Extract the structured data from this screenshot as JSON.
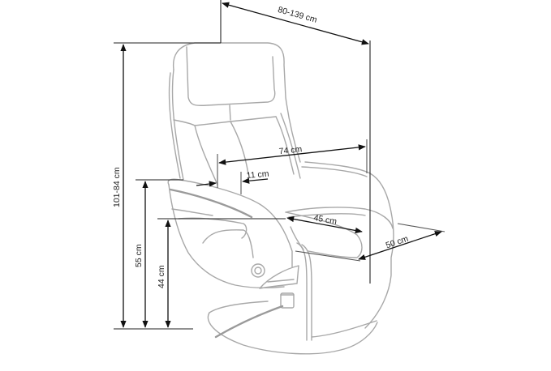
{
  "diagram": {
    "subject": "Swivel recliner armchair dimension drawing",
    "line_color": "#a8a8a8",
    "dimension_color": "#111111",
    "dimensions": {
      "total_depth": "80-139 cm",
      "total_height": "101-84 cm",
      "width": "74 cm",
      "armrest_width": "11 cm",
      "armrest_height": "55 cm",
      "seat_height": "44 cm",
      "seat_width": "45 cm",
      "seat_depth": "50 cm"
    }
  }
}
